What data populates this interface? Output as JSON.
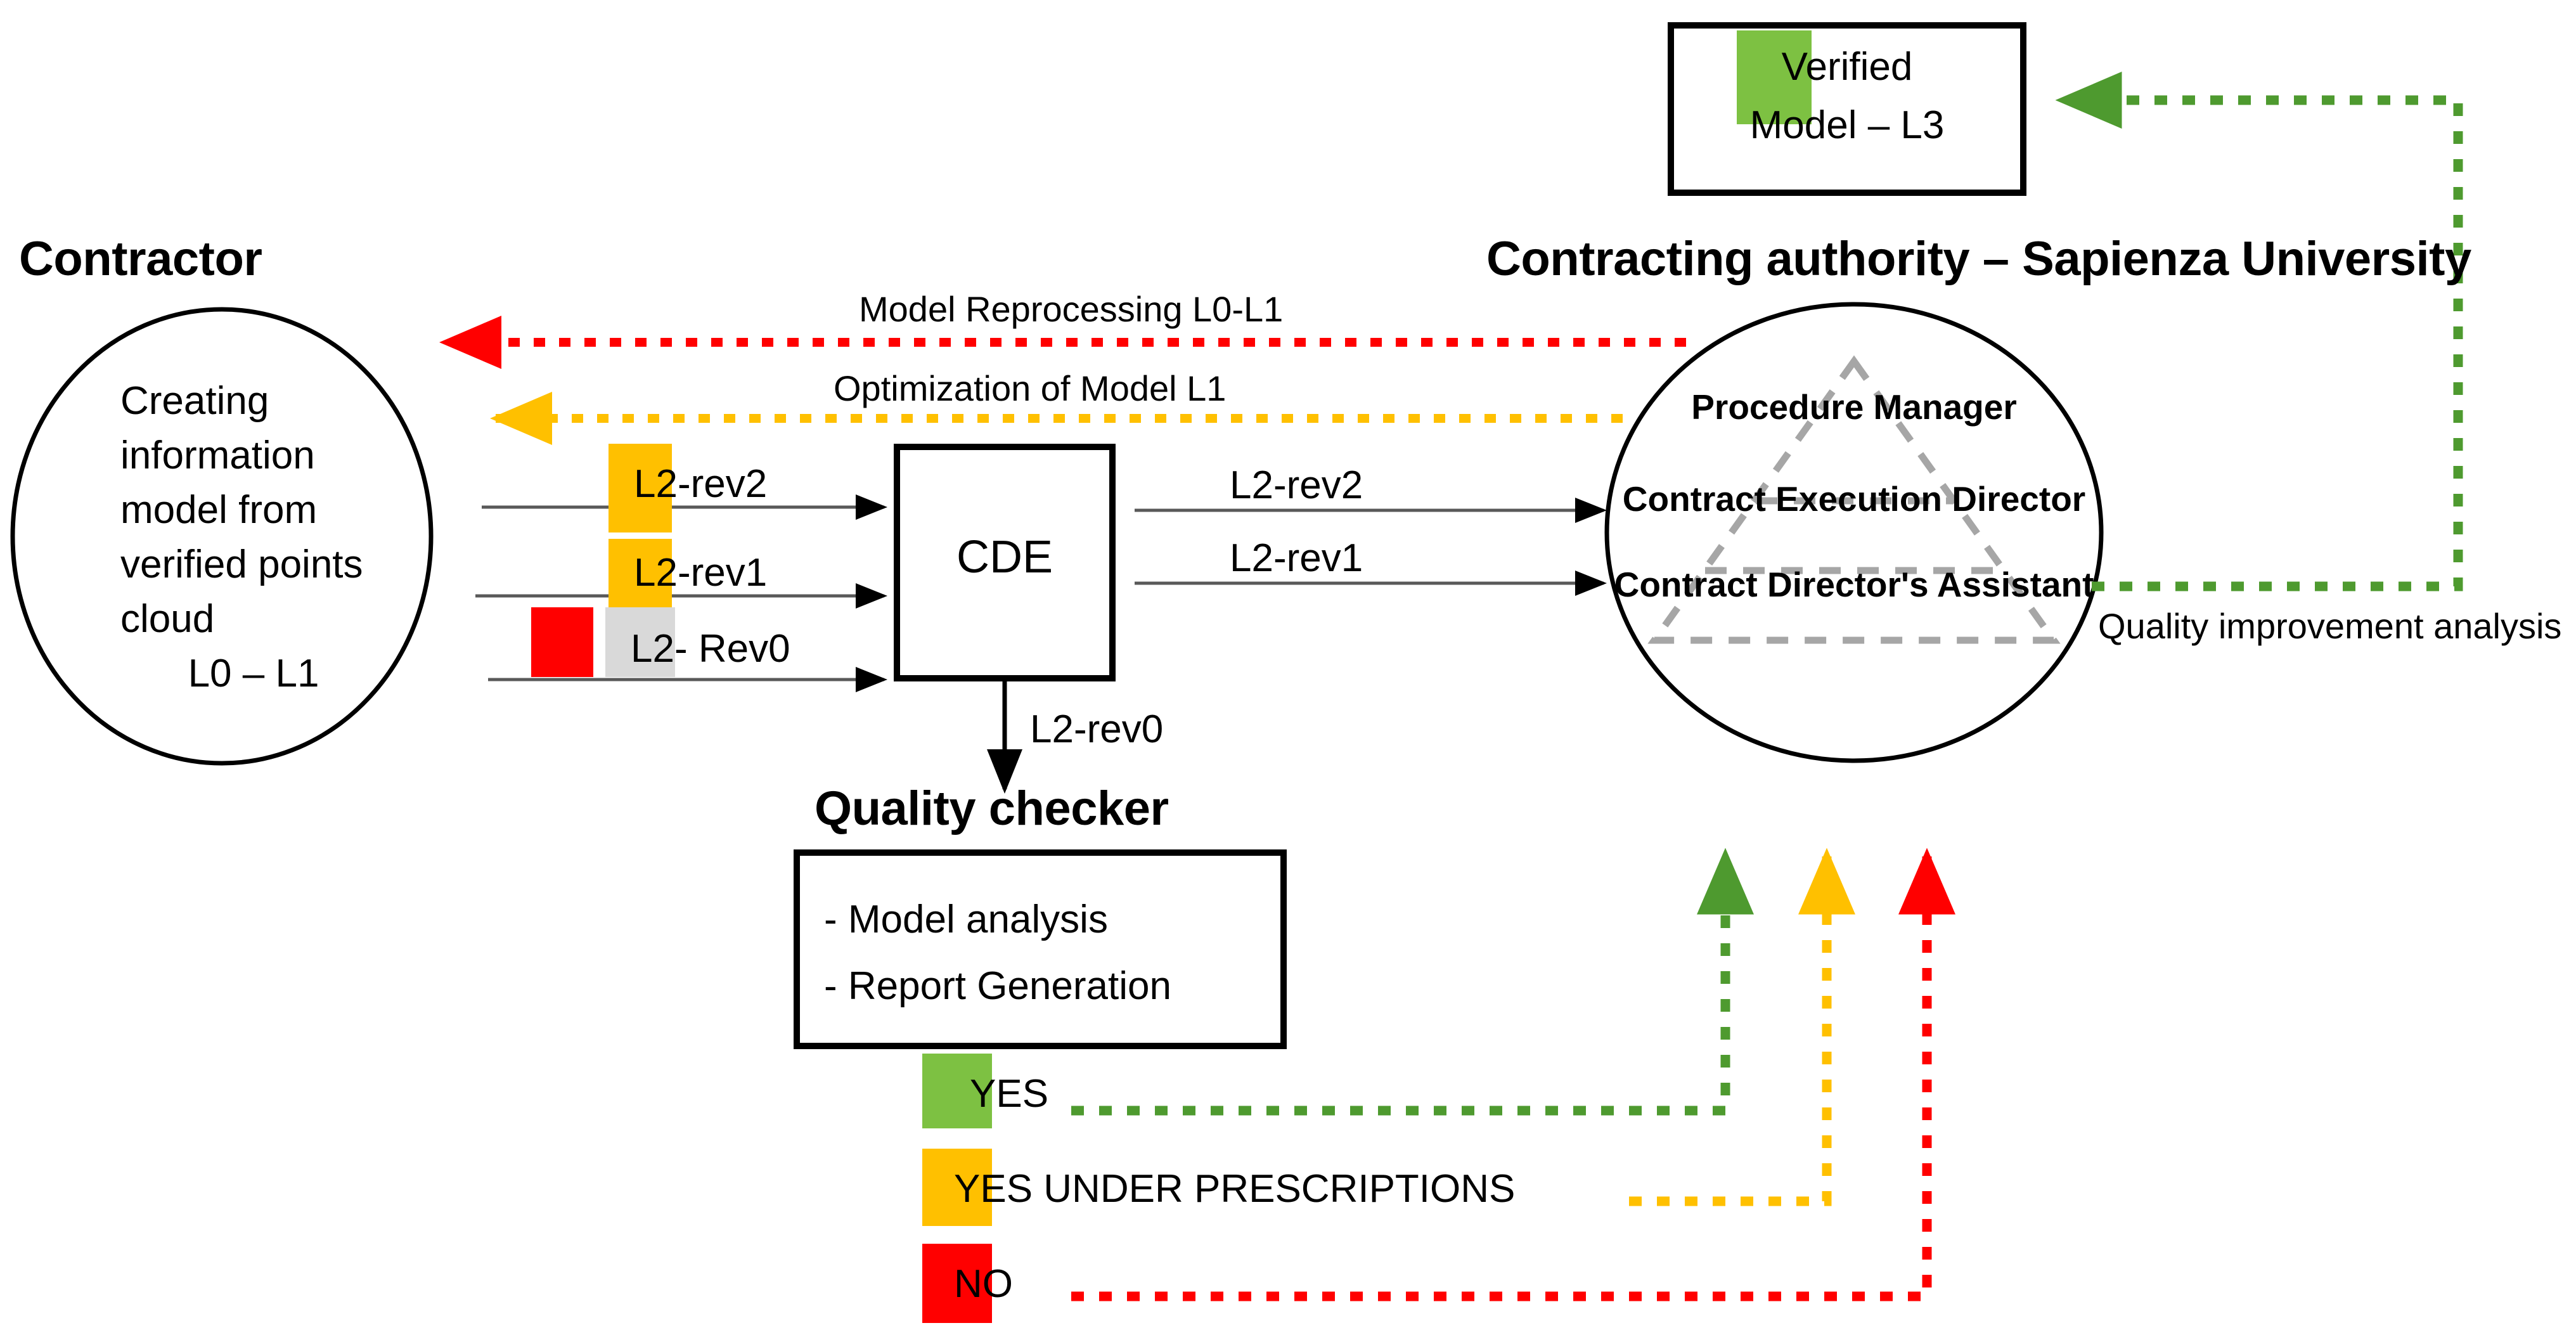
{
  "diagram": {
    "title_contractor": "Contractor",
    "title_authority": "Contracting authority – Sapienza University",
    "title_quality_checker": "Quality checker"
  },
  "contractor_circle": {
    "lines": [
      "Creating",
      "information",
      "model from",
      "verified points",
      "cloud"
    ],
    "level": "L0 – L1"
  },
  "authority_circle": {
    "roles": [
      "Procedure Manager",
      "Contract Execution Director",
      "Contract Director's Assistant"
    ]
  },
  "cde_box": {
    "label": "CDE"
  },
  "verified_box": {
    "line1": "Verified",
    "line2": "Model – L3"
  },
  "quality_checker_box": {
    "items": [
      "- Model analysis",
      "- Report Generation"
    ]
  },
  "flow_labels": {
    "model_reprocessing": "Model Reprocessing L0-L1",
    "optimization": "Optimization of Model L1",
    "quality_improvement": "Quality improvement analysis",
    "out_rev2": "L2-rev2",
    "out_rev1": "L2-rev1",
    "out_rev0": "L2- Rev0",
    "in_rev2": "L2-rev2",
    "in_rev1": "L2-rev1",
    "down_rev0": "L2-rev0"
  },
  "legend": [
    {
      "label": "YES",
      "color": "#7DC142"
    },
    {
      "label": "YES UNDER PRESCRIPTIONS",
      "color": "#FFC000"
    },
    {
      "label": "NO",
      "color": "#FF0000"
    }
  ],
  "colors": {
    "green": "#4E9A2F",
    "green_fill": "#7DC142",
    "amber": "#FFC000",
    "red": "#FF0000",
    "gray_swatch": "#D9D9D9",
    "dashed_triangle": "#A6A6A6",
    "outline": "#000000",
    "thin_line": "#595959"
  }
}
